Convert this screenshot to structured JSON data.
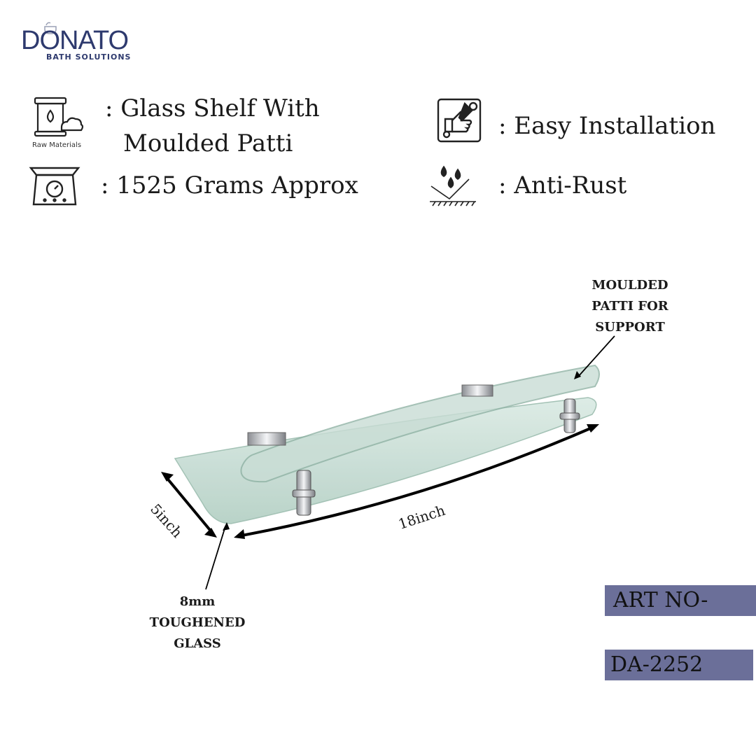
{
  "brand": {
    "name": "DONATO",
    "tagline": "BATH SOLUTIONS",
    "color": "#2e3a6e"
  },
  "features": {
    "material": {
      "icon": "raw-materials-icon",
      "icon_caption": "Raw Materials",
      "line1": ": Glass Shelf With",
      "line2": "Moulded Patti"
    },
    "weight": {
      "icon": "weighing-scale-icon",
      "text": ": 1525 Grams Approx"
    },
    "installation": {
      "icon": "easy-installation-icon",
      "text": ": Easy Installation"
    },
    "rust": {
      "icon": "anti-rust-icon",
      "text": ": Anti-Rust"
    }
  },
  "product": {
    "callout_patti": [
      "MOULDED",
      "PATTI FOR",
      "SUPPORT"
    ],
    "callout_glass": [
      "8mm",
      "TOUGHENED",
      "GLASS"
    ],
    "dim_width": "5inch",
    "dim_length": "18inch",
    "glass_color": "#cfe3da"
  },
  "article": {
    "label": "ART NO-",
    "number": "DA-2252",
    "box_color": "#6b6f99"
  }
}
